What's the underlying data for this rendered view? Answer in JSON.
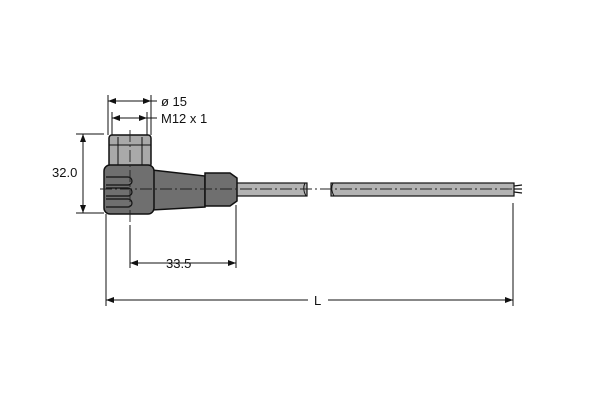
{
  "labels": {
    "diameter": "ø 15",
    "thread": "M12 x 1",
    "height": "32.0",
    "length_connector": "33.5",
    "cable_length": "L"
  },
  "colors": {
    "connector": "#6f6f6f",
    "nut": "#a9a9a9",
    "cable": "#b3b3b3",
    "line": "#111111"
  }
}
